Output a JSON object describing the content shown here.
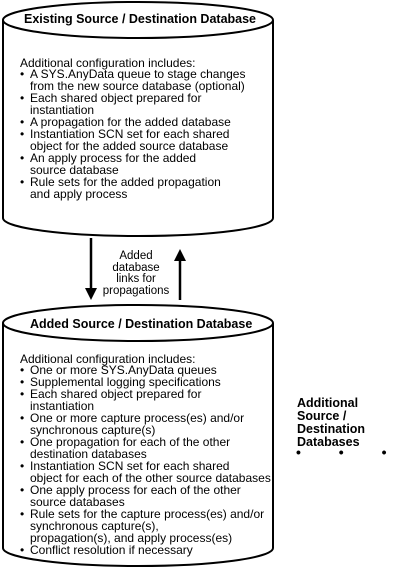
{
  "top_db": {
    "title": "Existing Source / Destination Database",
    "intro": "Additional configuration includes:",
    "items": [
      "A SYS.AnyData queue to stage changes\nfrom the new source database (optional)",
      "Each shared object prepared for\ninstantiation",
      "A propagation for the added database",
      "Instantiation SCN set for each shared\nobject for the added source database",
      "An apply process for the added\nsource database",
      "Rule sets for the added propagation\nand apply process"
    ]
  },
  "links_label": "Added\ndatabase\nlinks for\npropagations",
  "bottom_db": {
    "title": "Added Source / Destination Database",
    "intro": "Additional configuration includes:",
    "items": [
      "One or more SYS.AnyData queues",
      "Supplemental logging specifications",
      "Each shared object prepared for\ninstantiation",
      "One or more capture process(es) and/or\nsynchronous capture(s)",
      "One propagation for each of the other\ndestination databases",
      "Instantiation SCN set for each shared\nobject for each of the other source databases",
      "One apply process for each of the other\nsource databases",
      "Rule sets for the capture process(es) and/or\nsynchronous capture(s),\npropagation(s), and apply process(es)",
      "Conflict resolution if necessary"
    ]
  },
  "additional_label": "Additional\nSource / Destination\nDatabases",
  "ellipsis": "• • •",
  "bullet_char": "•"
}
